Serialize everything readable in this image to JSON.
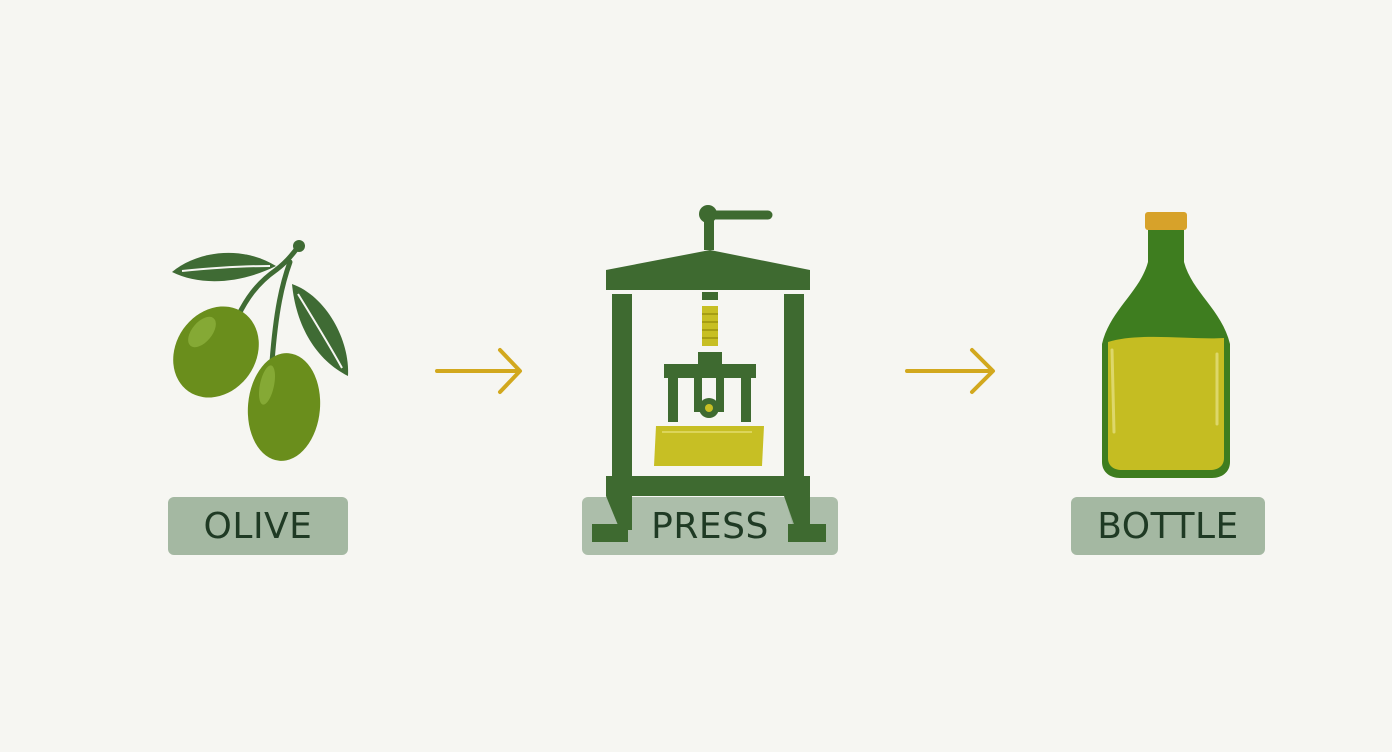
{
  "steps": [
    {
      "label": "OLIVE",
      "icon": "olive-branch-icon"
    },
    {
      "label": "PRESS",
      "icon": "olive-press-icon"
    },
    {
      "label": "BOTTLE",
      "icon": "oil-bottle-icon"
    }
  ],
  "colors": {
    "background": "#f6f6f2",
    "dark_green": "#3e6a30",
    "olive_green": "#6a8e1c",
    "leaf_green": "#3f6b34",
    "oil_yellow": "#c7bf24",
    "arrow_gold": "#d2a81e",
    "label_bg": "#a4b8a2",
    "label_text": "#1f3a24"
  }
}
